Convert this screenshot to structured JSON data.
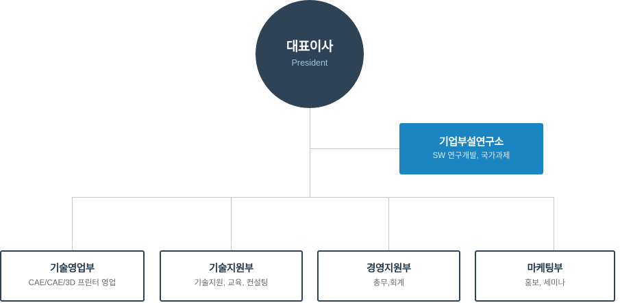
{
  "chart_type": "organization-chart",
  "colors": {
    "president_fill": "#2e4356",
    "research_fill": "#1b85c2",
    "dept_border": "#2e4356",
    "connector": "#c8c8c8",
    "president_subtitle": "#9cc3dd",
    "dept_subtitle": "#6a6a6a"
  },
  "president": {
    "title": "대표이사",
    "subtitle": "President"
  },
  "research_institute": {
    "title": "기업부설연구소",
    "subtitle": "SW 연구개발, 국가과제"
  },
  "departments": [
    {
      "title": "기술영업부",
      "subtitle": "CAE/CAE/3D 프린터 영업"
    },
    {
      "title": "기술지원부",
      "subtitle": "기술지원, 교육, 컨설팅"
    },
    {
      "title": "경영지원부",
      "subtitle": "총무,회계"
    },
    {
      "title": "마케팅부",
      "subtitle": "홍보, 세미나"
    }
  ]
}
